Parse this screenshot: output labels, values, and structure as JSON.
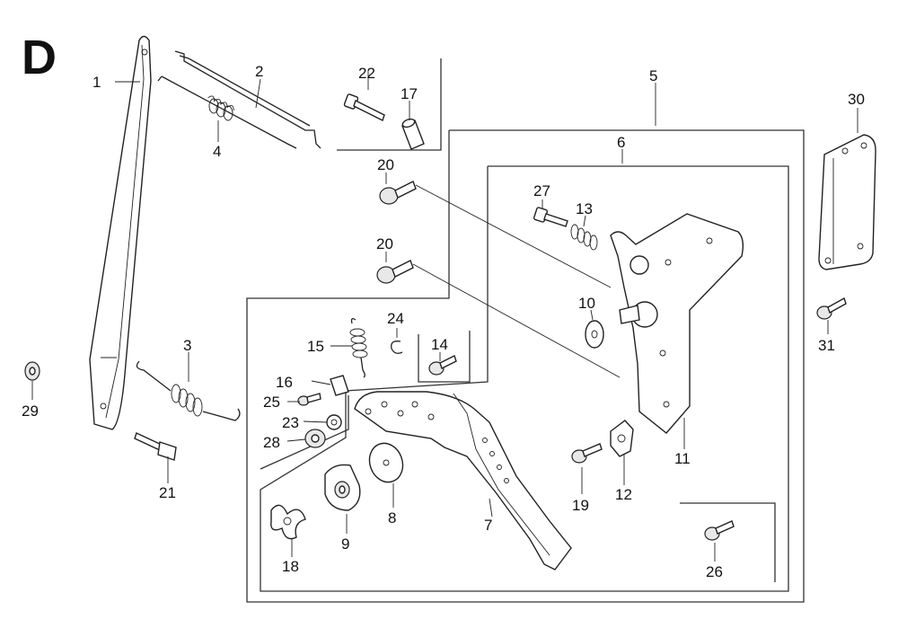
{
  "diagram": {
    "section_letter": "D",
    "callouts": {
      "p1": "1",
      "p2": "2",
      "p3": "3",
      "p4": "4",
      "p5": "5",
      "p6": "6",
      "p7": "7",
      "p8": "8",
      "p9": "9",
      "p10": "10",
      "p11": "11",
      "p12": "12",
      "p13": "13",
      "p14": "14",
      "p15": "15",
      "p16": "16",
      "p17": "17",
      "p18": "18",
      "p19": "19",
      "p20a": "20",
      "p20b": "20",
      "p21": "21",
      "p22": "22",
      "p23": "23",
      "p24": "24",
      "p25": "25",
      "p26": "26",
      "p27": "27",
      "p28": "28",
      "p29": "29",
      "p30": "30",
      "p31": "31"
    }
  }
}
